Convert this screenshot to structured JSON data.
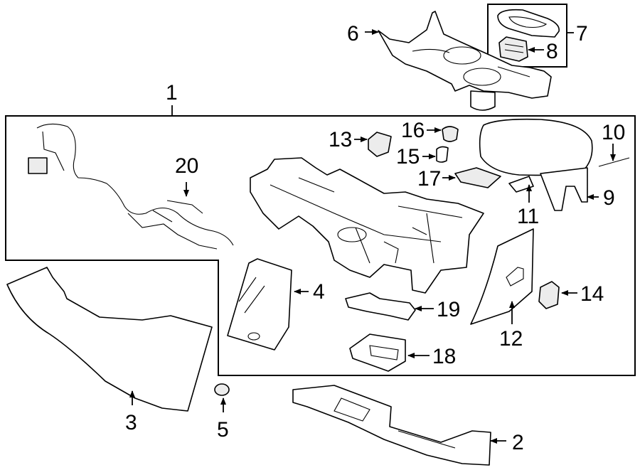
{
  "callouts": {
    "c1": "1",
    "c2": "2",
    "c3": "3",
    "c4": "4",
    "c5": "5",
    "c6": "6",
    "c7": "7",
    "c8": "8",
    "c9": "9",
    "c10": "10",
    "c11": "11",
    "c12": "12",
    "c13": "13",
    "c14": "14",
    "c15": "15",
    "c16": "16",
    "c17": "17",
    "c18": "18",
    "c19": "19",
    "c20": "20"
  },
  "colors": {
    "line": "#000000",
    "background": "#ffffff",
    "shade": "#ececec"
  }
}
